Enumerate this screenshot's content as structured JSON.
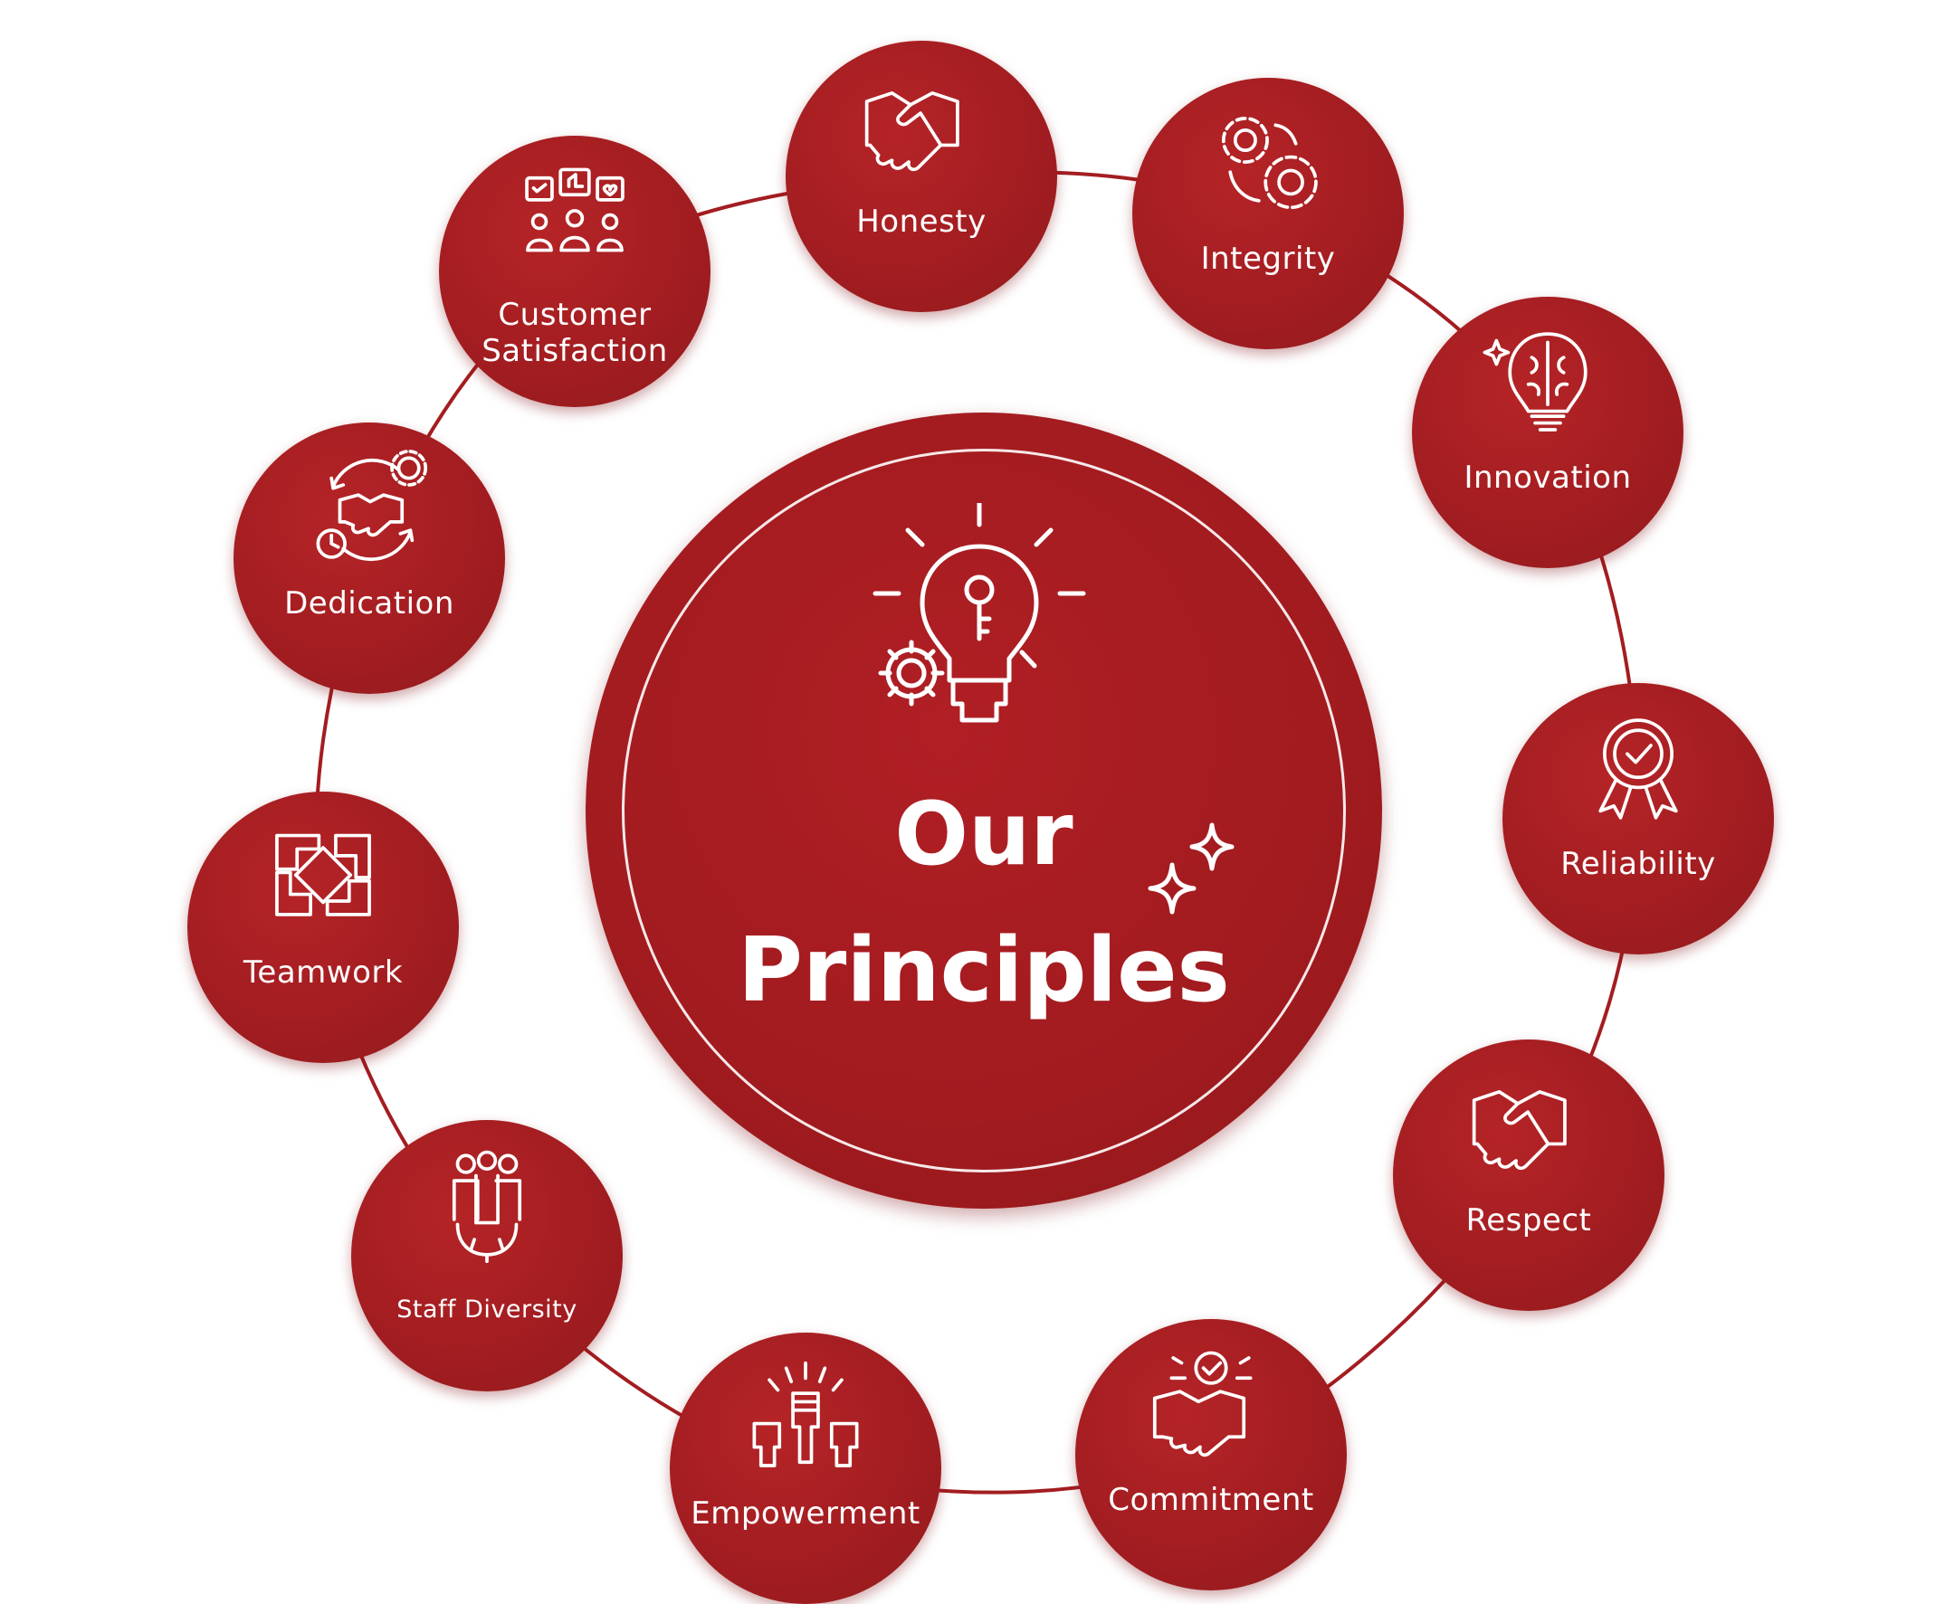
{
  "center": {
    "title_line1": "Our",
    "title_line2": "Principles",
    "icon": "lightbulb-key-gear-icon"
  },
  "principles": [
    {
      "label": "Honesty",
      "icon": "handshake-icon"
    },
    {
      "label": "Integrity",
      "icon": "gears-icon"
    },
    {
      "label": "Innovation",
      "icon": "brain-bulb-icon"
    },
    {
      "label": "Reliability",
      "icon": "award-badge-icon"
    },
    {
      "label": "Respect",
      "icon": "handshake-icon"
    },
    {
      "label": "Commitment",
      "icon": "handshake-check-icon"
    },
    {
      "label": "Empowerment",
      "icon": "raised-fists-icon"
    },
    {
      "label": "Staff Diversity",
      "icon": "people-gear-icon"
    },
    {
      "label": "Teamwork",
      "icon": "hands-together-icon"
    },
    {
      "label": "Dedication",
      "icon": "handshake-cycle-icon"
    },
    {
      "label": "Customer\nSatisfaction",
      "icon": "customer-feedback-icon"
    }
  ],
  "colors": {
    "primary": "#a31d21",
    "ring": "#a31d21",
    "text": "#ffffff"
  }
}
